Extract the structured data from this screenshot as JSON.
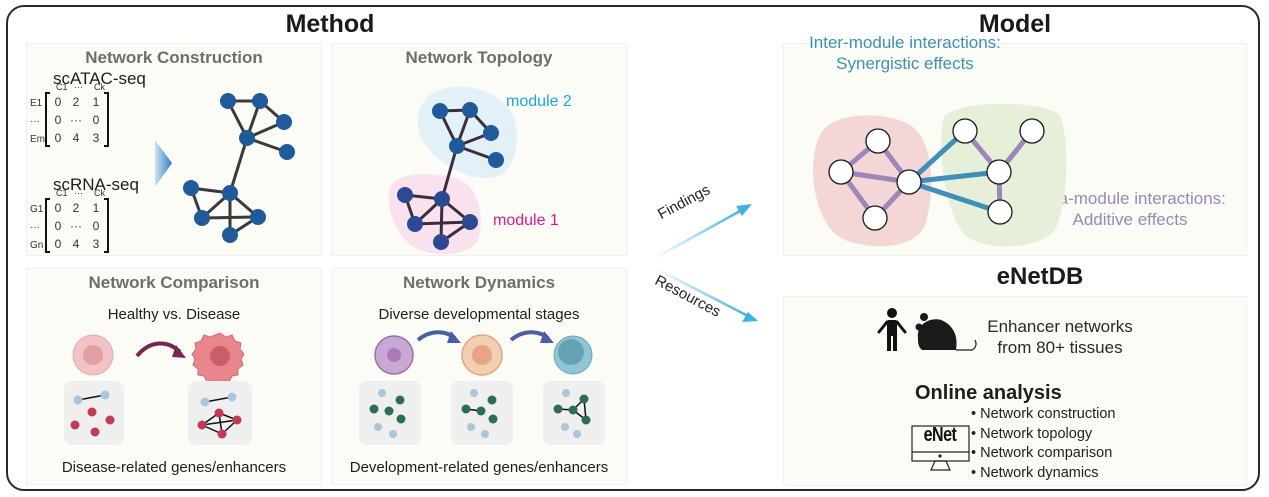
{
  "sections": {
    "method": "Method",
    "model": "Model",
    "enetdb": "eNetDB"
  },
  "construction": {
    "title": "Network Construction",
    "atac_label": "scATAC-seq",
    "rna_label": "scRNA-seq",
    "col_head": [
      "C1",
      "···",
      "Ck"
    ],
    "atac_rows": [
      "E1",
      "···",
      "Em"
    ],
    "rna_rows": [
      "G1",
      "···",
      "Gn"
    ],
    "matrix": [
      [
        "0",
        "2",
        "1"
      ],
      [
        "0",
        "···",
        "0"
      ],
      [
        "0",
        "4",
        "3"
      ]
    ]
  },
  "topology": {
    "title": "Network Topology",
    "module2": "module 2",
    "module1": "module 1",
    "module2_color": "#1fa6dc",
    "module1_color": "#e0178c"
  },
  "comparison": {
    "title": "Network Comparison",
    "subtitle": "Healthy vs. Disease",
    "caption": "Disease-related genes/enhancers"
  },
  "dynamics": {
    "title": "Network Dynamics",
    "subtitle": "Diverse developmental stages",
    "caption": "Development-related genes/enhancers"
  },
  "arrows": {
    "findings": "Findings",
    "resources": "Resources"
  },
  "model": {
    "inter_line1": "Inter-module interactions:",
    "inter_line2": "Synergistic effects",
    "intra_line1": "Intra-module interactions:",
    "intra_line2": "Additive effects",
    "inter_color": "#3f8fb9",
    "intra_color": "#9b88b9"
  },
  "enetdb": {
    "desc_line1": "Enhancer networks",
    "desc_line2": "from 80+ tissues",
    "online_title": "Online analysis",
    "monitor_label": "eNet",
    "features": [
      "• Network construction",
      "• Network topology",
      "• Network comparison",
      "• Network dynamics"
    ]
  }
}
